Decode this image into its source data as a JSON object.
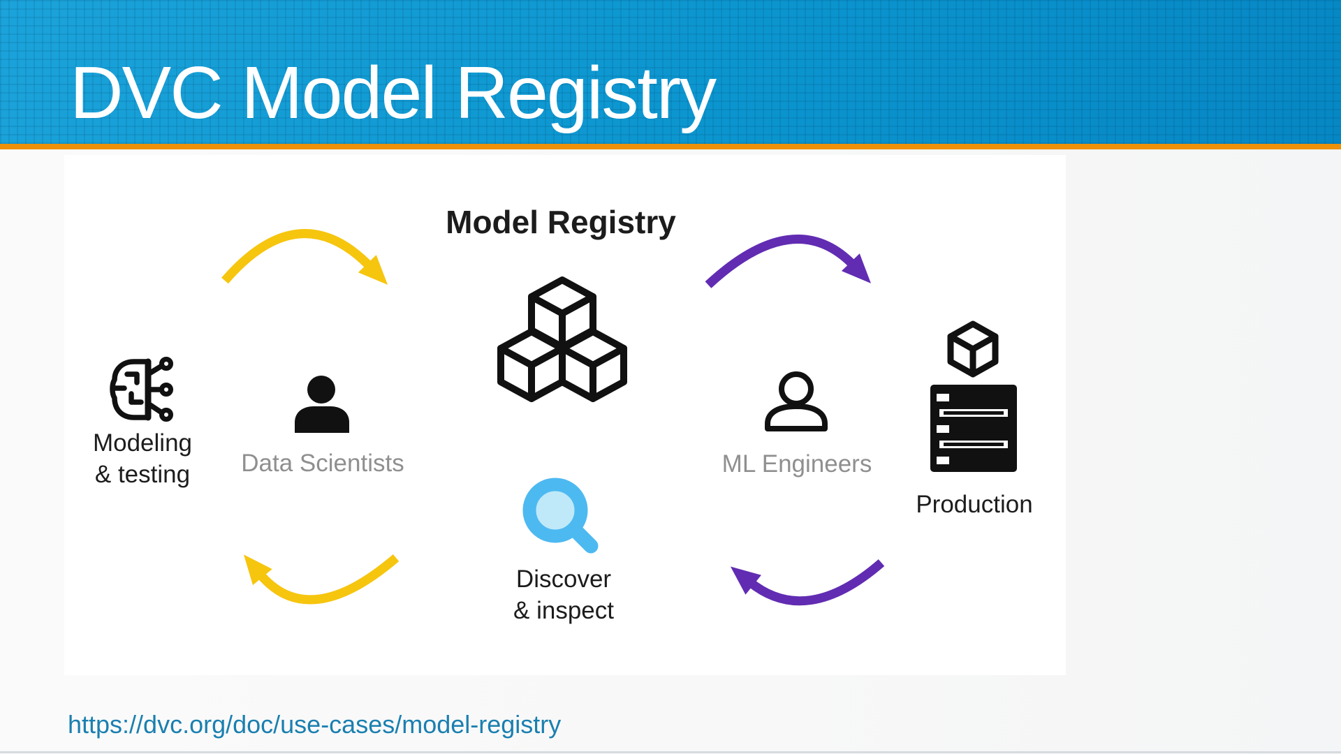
{
  "header": {
    "title": "DVC Model Registry"
  },
  "diagram": {
    "title": "Model Registry",
    "nodes": {
      "modeling": {
        "line1": "Modeling",
        "line2": "& testing",
        "icon": "brain-circuit-icon"
      },
      "data_scientists": {
        "label": "Data Scientists",
        "icon": "person-filled-icon"
      },
      "registry": {
        "icon": "cubes-stack-icon"
      },
      "discover": {
        "line1": "Discover",
        "line2": "& inspect",
        "icon": "magnifier-icon"
      },
      "ml_engineers": {
        "label": "ML Engineers",
        "icon": "person-outline-icon"
      },
      "production": {
        "label": "Production",
        "icons": [
          "cube-icon",
          "server-stack-icon"
        ]
      }
    },
    "arrows": [
      {
        "name": "data-scientists-to-registry",
        "color_key": "arrow_yellow"
      },
      {
        "name": "registry-to-data-scientists",
        "color_key": "arrow_yellow"
      },
      {
        "name": "registry-to-ml-engineers",
        "color_key": "arrow_purple"
      },
      {
        "name": "ml-engineers-to-registry",
        "color_key": "arrow_purple"
      }
    ]
  },
  "footer": {
    "link": "https://dvc.org/doc/use-cases/model-registry"
  },
  "colors": {
    "header_blue_light": "#1ba3da",
    "header_blue_mid": "#0b95cf",
    "header_blue_dark": "#0687c4",
    "accent_orange": "#ee9108",
    "arrow_yellow": "#f6c50e",
    "arrow_purple": "#612cb2",
    "magnifier_blue": "#4db9f1",
    "magnifier_fill": "#bfe9f8",
    "link_blue": "#1a7fb0",
    "label_gray": "#8f8f8f",
    "ink": "#1c1c1c",
    "panel_bg": "#ffffff"
  }
}
